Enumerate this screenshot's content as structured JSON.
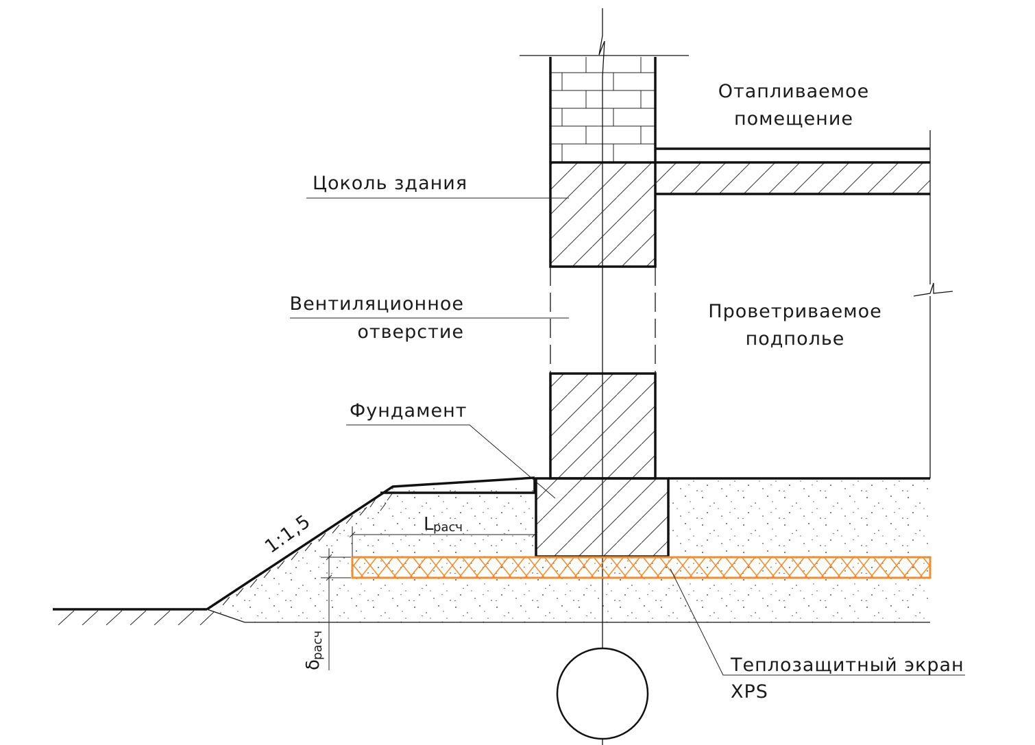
{
  "labels": {
    "heated_room_1": "Отапливаемое",
    "heated_room_2": "помещение",
    "plinth": "Цоколь здания",
    "vent_1": "Вентиляционное",
    "vent_2": "отверстие",
    "crawlspace_1": "Проветриваемое",
    "crawlspace_2": "подполье",
    "foundation": "Фундамент",
    "slope": "1:1,5",
    "l_main": "L",
    "l_sub": "расч",
    "d_main": "δ",
    "d_sub": "расч",
    "screen_1": "Теплозащитный экран",
    "screen_2": "XPS"
  },
  "colors": {
    "xps": "#f08c2c",
    "line": "#111111"
  }
}
